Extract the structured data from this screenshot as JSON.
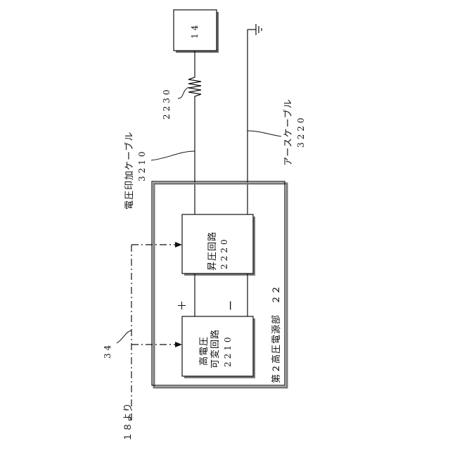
{
  "labels": {
    "unit_14": "14",
    "resistor_ref": "2230",
    "cable_voltage_name": "電圧印加ケーブル",
    "cable_voltage_ref": "3210",
    "cable_earth_name": "アースケーブル",
    "cable_earth_ref": "3220",
    "converter_name": "昇圧回路",
    "converter_ref": "2220",
    "hv_variable_line1": "高電圧",
    "hv_variable_line2": "可変回路",
    "hv_variable_ref": "2210",
    "power_unit": "第２高圧電源部　２２",
    "signal_ref": "34",
    "from_18": "１８より",
    "plus": "＋",
    "minus": "ー"
  }
}
